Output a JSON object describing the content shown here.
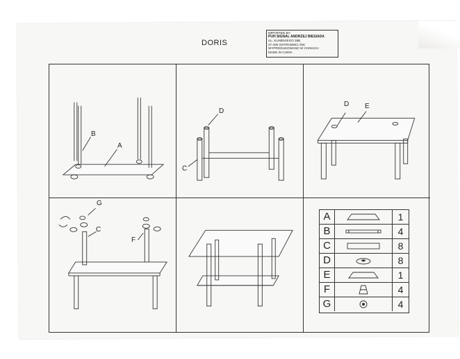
{
  "document": {
    "title": "DORIS",
    "importer": {
      "line1": "IMPORTED BY:",
      "line2": "PUH SIGNAL ANDRZEJ BIESIADA",
      "line3": "UL. KLIMEKIEGO 36B",
      "line4": "27-400 OSTROWIEC ŚW.",
      "line5": "WYPRODUKOWANO W CHINACH",
      "line6": "MADE IN CHINA"
    }
  },
  "steps": {
    "step1": {
      "labels": [
        "B",
        "A"
      ]
    },
    "step2": {
      "labels": [
        "D",
        "C"
      ]
    },
    "step3": {
      "labels": [
        "D",
        "E"
      ]
    },
    "step4": {
      "labels": [
        "G",
        "C",
        "F"
      ]
    }
  },
  "parts": [
    {
      "letter": "A",
      "qty": "1",
      "icon": "glass-shelf-icon"
    },
    {
      "letter": "B",
      "qty": "4",
      "icon": "threaded-rod-icon"
    },
    {
      "letter": "C",
      "qty": "8",
      "icon": "tube-leg-icon"
    },
    {
      "letter": "D",
      "qty": "8",
      "icon": "suction-pad-icon"
    },
    {
      "letter": "E",
      "qty": "1",
      "icon": "glass-top-icon"
    },
    {
      "letter": "F",
      "qty": "4",
      "icon": "cone-foot-icon"
    },
    {
      "letter": "G",
      "qty": "4",
      "icon": "nut-icon"
    }
  ]
}
